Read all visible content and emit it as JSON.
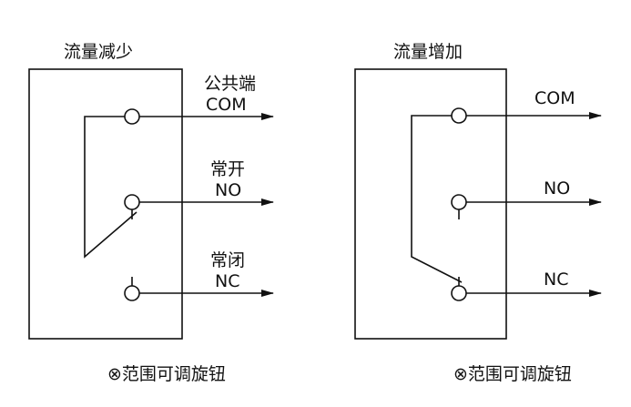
{
  "left_panel": {
    "title": "流量减少",
    "terminals": [
      {
        "top": "公共端",
        "bottom": "COM"
      },
      {
        "top": "常开",
        "bottom": "NO"
      },
      {
        "top": "常闭",
        "bottom": "NC"
      }
    ],
    "caption": "⊗范围可调旋钮"
  },
  "right_panel": {
    "title": "流量增加",
    "terminals": [
      {
        "bottom": "COM"
      },
      {
        "bottom": "NO"
      },
      {
        "bottom": "NC"
      }
    ],
    "caption": "⊗范围可调旋钮"
  }
}
